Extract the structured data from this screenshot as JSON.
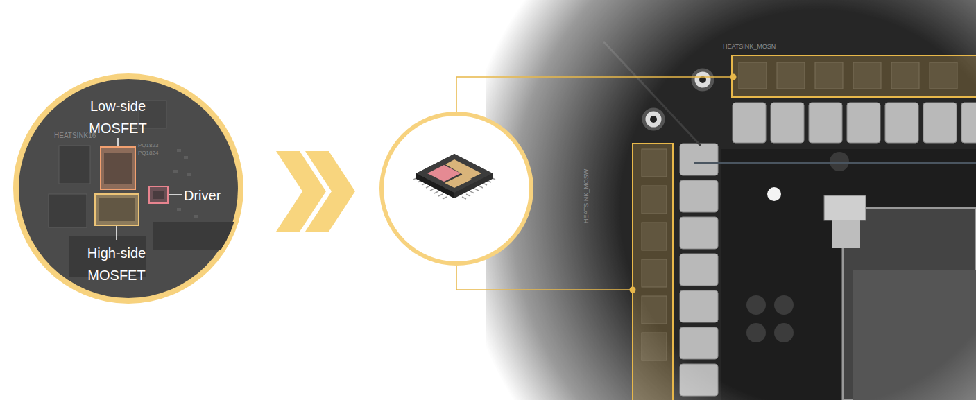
{
  "diagram": {
    "labels": [
      "Low-side MOSFET",
      "Driver",
      "High-side MOSFET",
      "HEATSINK16",
      "PQ1823",
      "PQ1824",
      "HEATSINK_MOSN",
      "HEATSINK_MOSW"
    ]
  }
}
